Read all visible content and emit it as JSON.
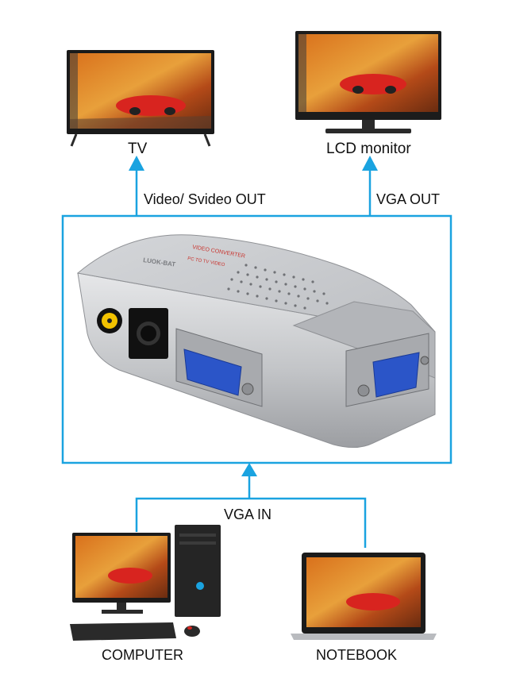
{
  "labels": {
    "tv": "TV",
    "lcd_monitor": "LCD monitor",
    "video_out": "Video/ Svideo OUT",
    "vga_out": "VGA OUT",
    "vga_in": "VGA IN",
    "computer": "COMPUTER",
    "notebook": "NOTEBOOK"
  },
  "device_print": {
    "brand": "LUOK-BAT",
    "product_line": "VIDEO CONVERTER",
    "model_line": "PC TO TV VIDEO"
  },
  "colors": {
    "connector_line": "#1aa3e0",
    "label_text": "#111111",
    "device_body": "#c4c6c9",
    "vga_port": "#2b55c8",
    "rca_port": "#f2c200"
  },
  "icons": [
    "tv-icon",
    "lcd-monitor-icon",
    "converter-box-icon",
    "desktop-computer-icon",
    "notebook-icon"
  ]
}
